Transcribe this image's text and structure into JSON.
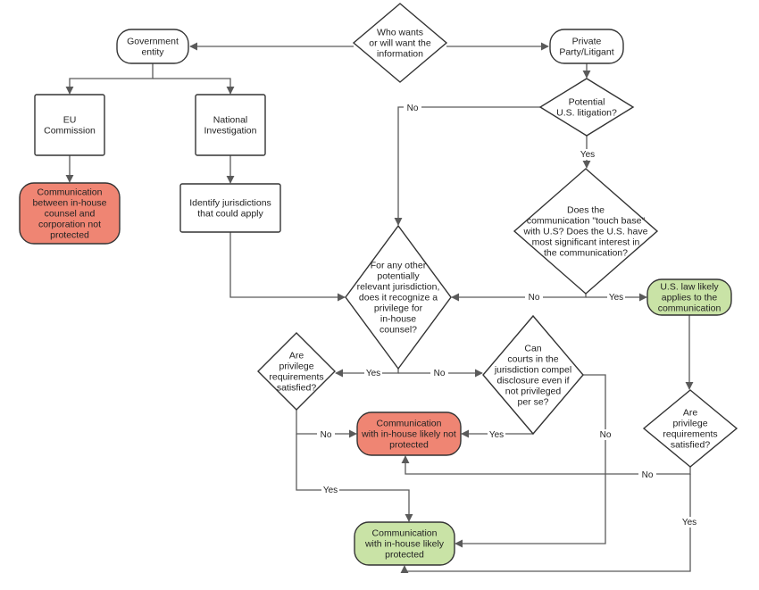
{
  "colors": {
    "line": "#5a5a5a",
    "node_fill": "#ffffff",
    "red_fill": "#ef8573",
    "green_fill": "#c9e3a6"
  },
  "nodes": {
    "who_wants": {
      "shape": "diamond",
      "lines": [
        "Who wants",
        "or will want the",
        "information"
      ]
    },
    "government_entity": {
      "shape": "rounded",
      "lines": [
        "Government",
        "entity"
      ]
    },
    "private_party": {
      "shape": "rounded",
      "lines": [
        "Private",
        "Party/Litigant"
      ]
    },
    "eu_commission": {
      "shape": "rect",
      "lines": [
        "EU",
        "Commission"
      ]
    },
    "national_investigation": {
      "shape": "rect",
      "lines": [
        "National",
        "Investigation"
      ]
    },
    "eu_result": {
      "shape": "rounded",
      "color": "red",
      "lines": [
        "Communication",
        "between in-house",
        "counsel and",
        "corporation not",
        "protected"
      ]
    },
    "identify_jurisdictions": {
      "shape": "rect",
      "lines": [
        "Identify jurisdictions",
        "that could apply"
      ]
    },
    "potential_us_litigation": {
      "shape": "diamond",
      "lines": [
        "Potential",
        "U.S. litigation?"
      ]
    },
    "touch_base": {
      "shape": "diamond",
      "lines": [
        "Does the",
        "communication \"touch base\"",
        "with U.S?  Does the U.S. have",
        "most significant interest in",
        "the communication?"
      ]
    },
    "other_jurisdiction": {
      "shape": "diamond",
      "lines": [
        "For any other",
        "potentially",
        "relevant jurisdiction,",
        "does it recognize a",
        "privilege for",
        "in-house",
        "counsel?"
      ]
    },
    "us_law_applies": {
      "shape": "rounded",
      "color": "green",
      "lines": [
        "U.S. law likely",
        "applies to the",
        "communication"
      ]
    },
    "privilege_left": {
      "shape": "diamond",
      "lines": [
        "Are",
        "privilege",
        "requirements",
        "satisfied?"
      ]
    },
    "compel_disclosure": {
      "shape": "diamond",
      "lines": [
        "Can",
        "courts in the",
        "jurisdiction compel",
        "disclosure even if",
        "not privileged",
        "per se?"
      ]
    },
    "privilege_right": {
      "shape": "diamond",
      "lines": [
        "Are",
        "privilege",
        "requirements",
        "satisfied?"
      ]
    },
    "not_protected": {
      "shape": "rounded",
      "color": "red",
      "lines": [
        "Communication",
        "with in-house likely not",
        "protected"
      ]
    },
    "protected": {
      "shape": "rounded",
      "color": "green",
      "lines": [
        "Communication",
        "with in-house likely",
        "protected"
      ]
    }
  },
  "edge_labels": {
    "litigation_no": "No",
    "litigation_yes": "Yes",
    "touch_base_no": "No",
    "touch_base_yes": "Yes",
    "other_yes": "Yes",
    "other_no": "No",
    "privilege_left_no": "No",
    "privilege_left_yes": "Yes",
    "compel_yes": "Yes",
    "compel_no": "No",
    "privilege_right_no": "No",
    "privilege_right_yes": "Yes"
  }
}
